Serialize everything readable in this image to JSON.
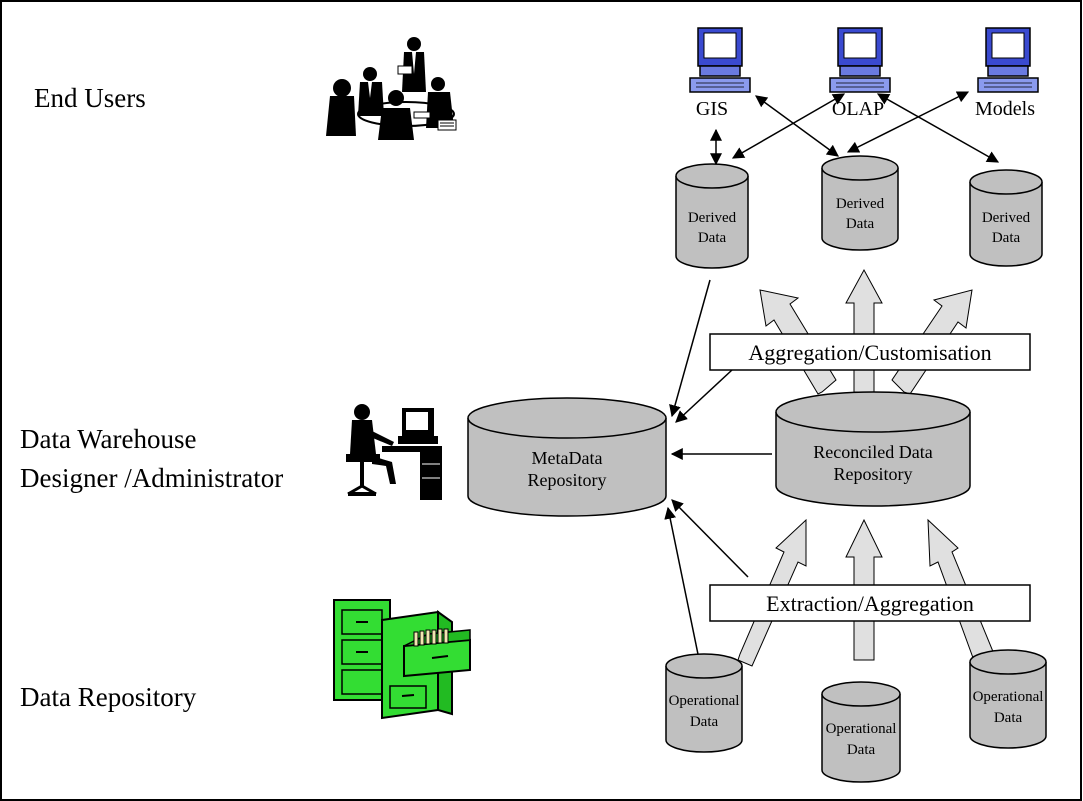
{
  "roles": {
    "end_users": "End Users",
    "dw_line1": "Data Warehouse",
    "dw_line2": "Designer /Administrator",
    "data_repository": "Data Repository"
  },
  "tools": {
    "gis": "GIS",
    "olap": "OLAP",
    "models": "Models"
  },
  "derived": {
    "line1": "Derived",
    "line2": "Data"
  },
  "metadata": {
    "line1": "MetaData",
    "line2": "Repository"
  },
  "reconciled": {
    "line1": "Reconciled Data",
    "line2": "Repository"
  },
  "operational": {
    "line1": "Operational",
    "line2": "Data"
  },
  "labels": {
    "aggregation": "Aggregation/Customisation",
    "extraction": "Extraction/Aggregation"
  },
  "colors": {
    "cylinder_fill": "#c0c0c0",
    "fat_arrow_fill": "#e0e0e0",
    "cabinet_green": "#33dd33",
    "monitor_blue": "#3a4ad0"
  }
}
